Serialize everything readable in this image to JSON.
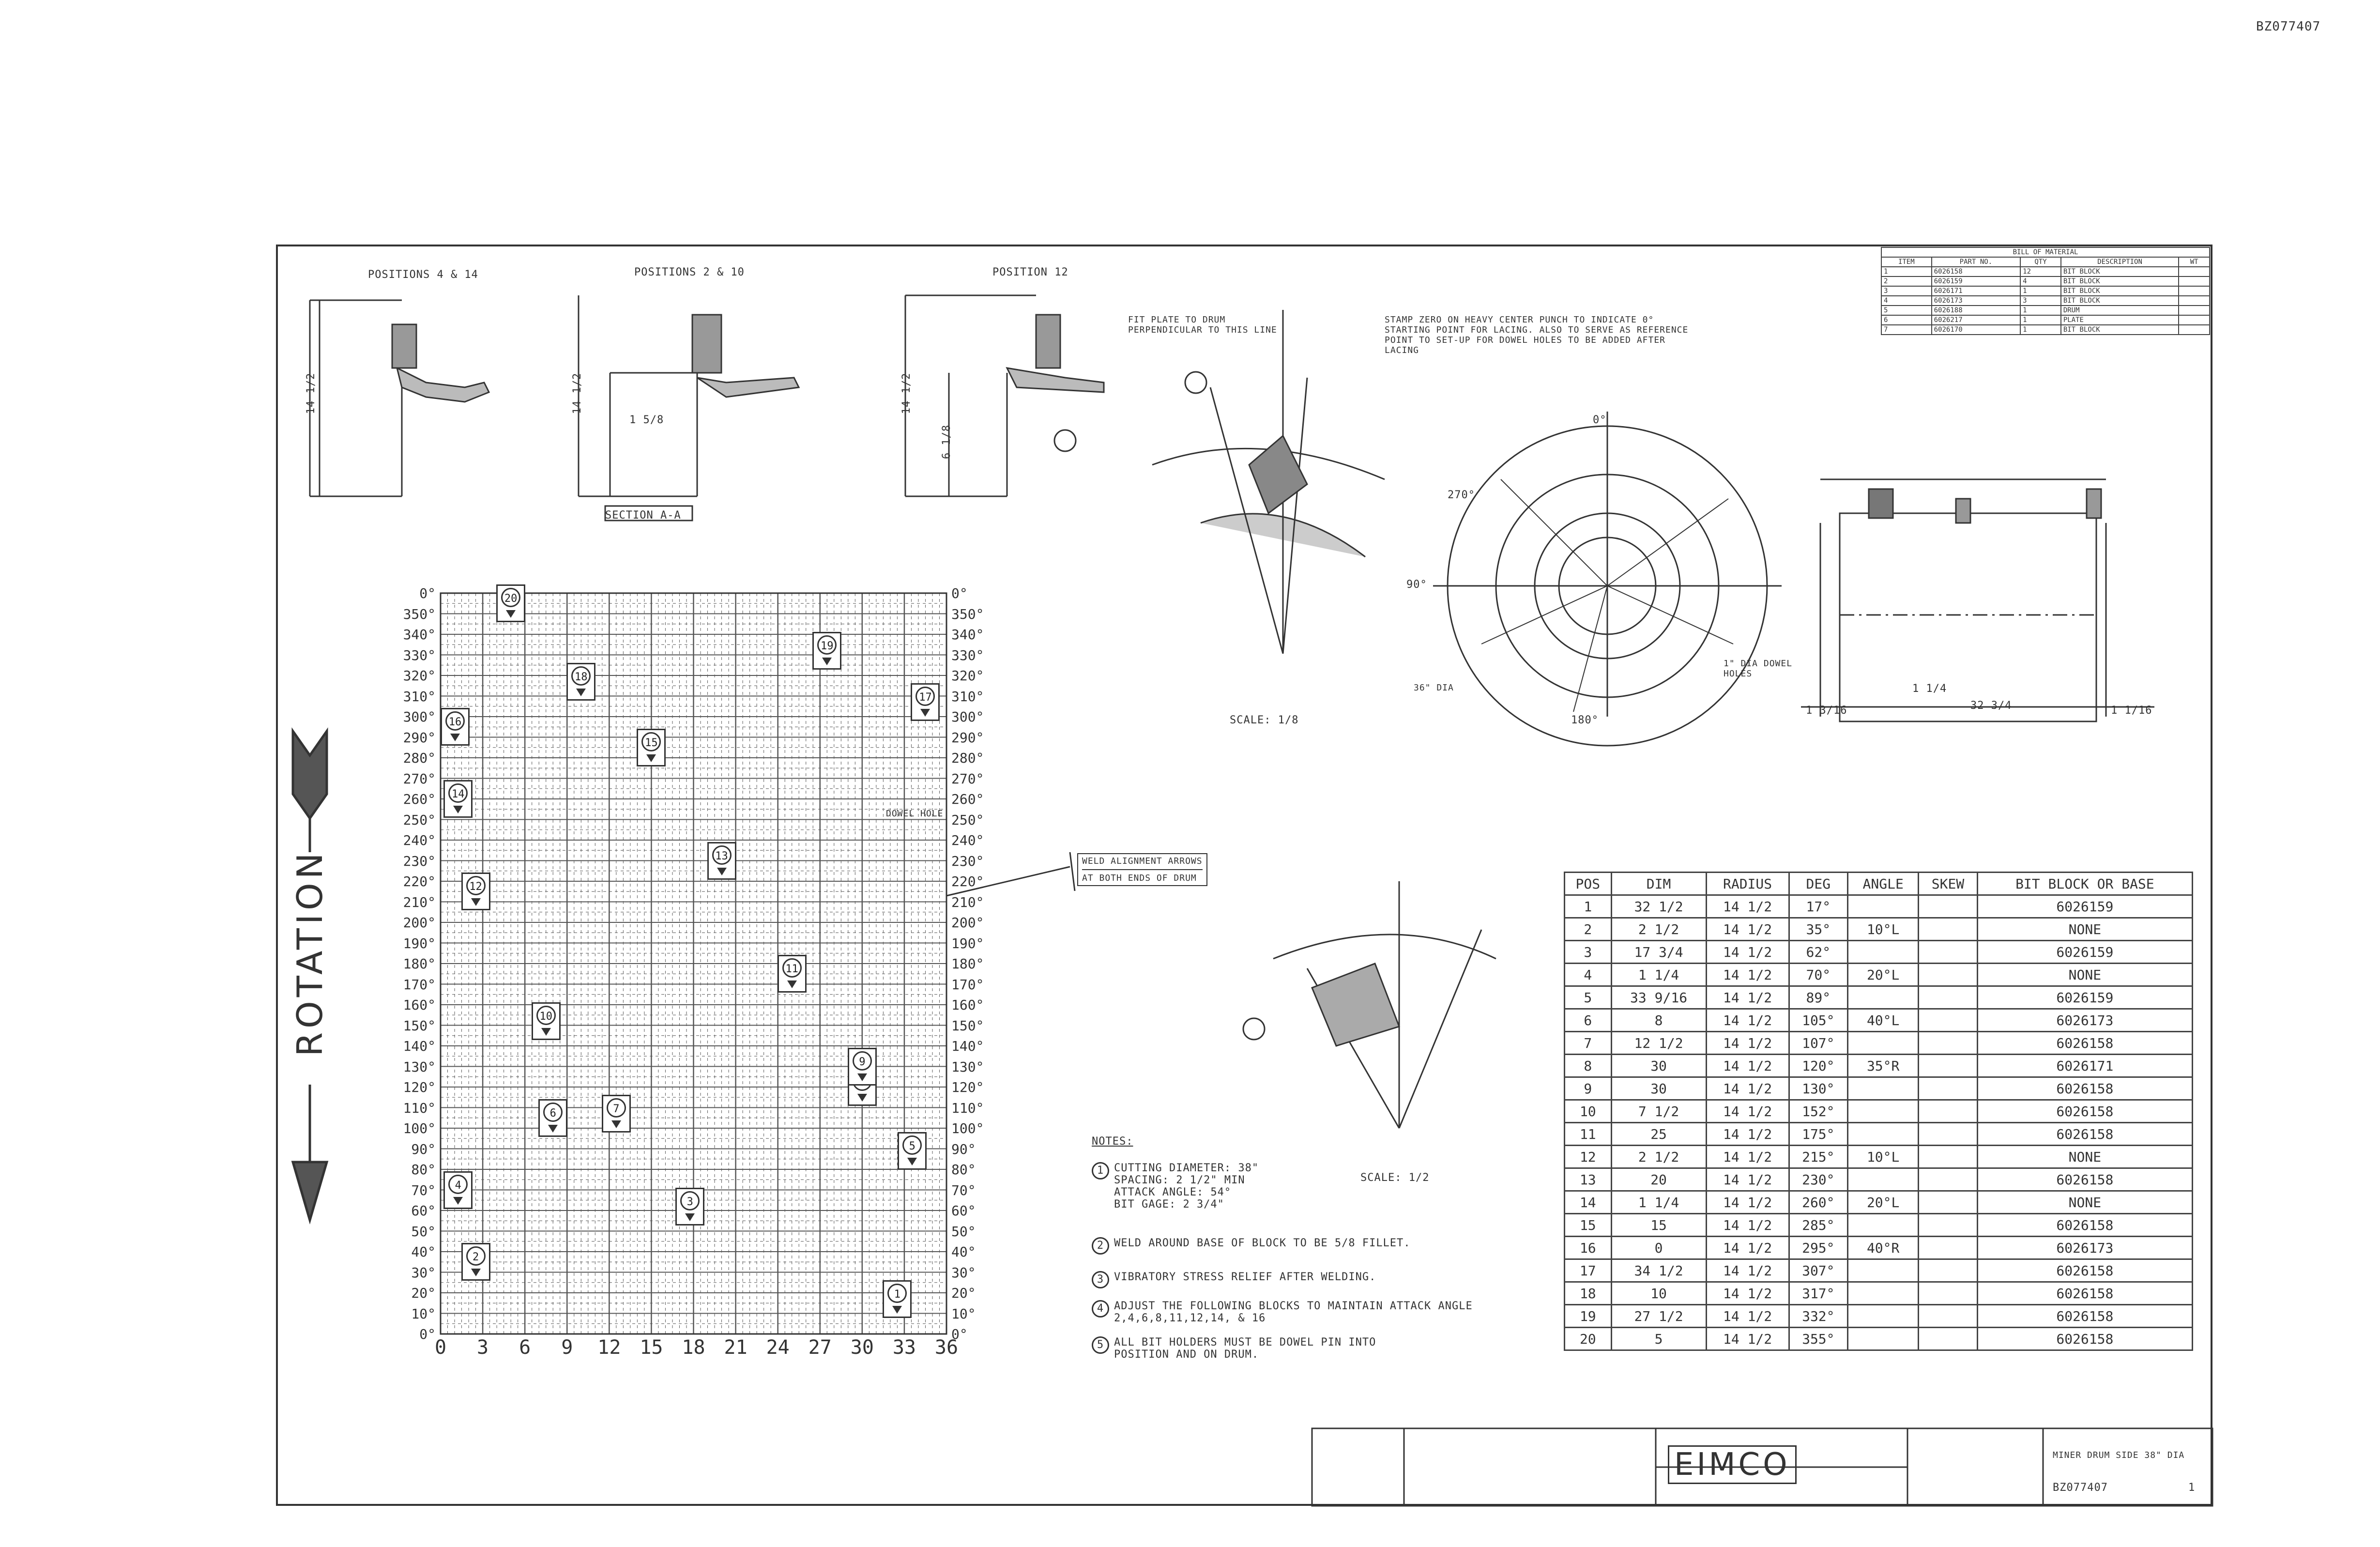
{
  "drawing_number": "BZ077407",
  "views": {
    "pos_4_14_title": "POSITIONS 4 & 14",
    "pos_2_10_title": "POSITIONS 2 & 10",
    "pos_12_title": "POSITION 12",
    "dim_14_1_2": "14 1/2",
    "dim_1_5_8": "1 5/8",
    "dim_6_1_8": "6 1/8",
    "section_label": "SECTION A-A",
    "scale_1": "SCALE: 1/8",
    "scale_2": "SCALE: 1/2",
    "fit_note": "FIT PLATE TO DRUM PERPENDICULAR TO THIS LINE",
    "stamp_note": "STAMP ZERO ON HEAVY CENTER PUNCH TO INDICATE 0° STARTING POINT FOR LACING. ALSO TO SERVE AS REFERENCE POINT TO SET-UP FOR DOWEL HOLES TO BE ADDED AFTER LACING",
    "angle_0": "0°",
    "angle_90": "90°",
    "angle_180": "180°",
    "angle_270": "270°",
    "dia_dowel": "1\" DIA DOWEL HOLES",
    "dia_36": "36\" DIA",
    "weld_note_line1": "WELD ALIGNMENT ARROWS",
    "weld_note_line2": "AT BOTH ENDS OF DRUM",
    "dim_32_3_4": "32 3/4",
    "dim_1_3_16": "1 3/16",
    "dim_1_1_4": "1 1/4",
    "dim_1_1_16": "1 1/16"
  },
  "lacing_chart": {
    "rotation_label": "ROTATION",
    "y_ticks": [
      "0°",
      "350°",
      "340°",
      "330°",
      "320°",
      "310°",
      "300°",
      "290°",
      "280°",
      "270°",
      "260°",
      "250°",
      "240°",
      "230°",
      "220°",
      "210°",
      "200°",
      "190°",
      "180°",
      "170°",
      "160°",
      "150°",
      "140°",
      "130°",
      "120°",
      "110°",
      "100°",
      "90°",
      "80°",
      "70°",
      "60°",
      "50°",
      "40°",
      "30°",
      "20°",
      "10°",
      "0°"
    ],
    "x_ticks": [
      "0",
      "3",
      "6",
      "9",
      "12",
      "15",
      "18",
      "21",
      "24",
      "27",
      "30",
      "33",
      "36"
    ],
    "dowel_hole_label": "DOWEL HOLE",
    "positions": [
      {
        "pos": "1",
        "col": 32.5,
        "deg": 17
      },
      {
        "pos": "2",
        "col": 2.5,
        "deg": 35
      },
      {
        "pos": "3",
        "col": 17.75,
        "deg": 62
      },
      {
        "pos": "4",
        "col": 1.25,
        "deg": 70
      },
      {
        "pos": "5",
        "col": 33.5625,
        "deg": 89
      },
      {
        "pos": "6",
        "col": 8,
        "deg": 105
      },
      {
        "pos": "7",
        "col": 12.5,
        "deg": 107
      },
      {
        "pos": "8",
        "col": 30,
        "deg": 120
      },
      {
        "pos": "9",
        "col": 30,
        "deg": 130
      },
      {
        "pos": "10",
        "col": 7.5,
        "deg": 152
      },
      {
        "pos": "11",
        "col": 25,
        "deg": 175
      },
      {
        "pos": "12",
        "col": 2.5,
        "deg": 215
      },
      {
        "pos": "13",
        "col": 20,
        "deg": 230
      },
      {
        "pos": "14",
        "col": 1.25,
        "deg": 260
      },
      {
        "pos": "15",
        "col": 15,
        "deg": 285
      },
      {
        "pos": "16",
        "col": 0,
        "deg": 295
      },
      {
        "pos": "17",
        "col": 34.5,
        "deg": 307
      },
      {
        "pos": "18",
        "col": 10,
        "deg": 317
      },
      {
        "pos": "19",
        "col": 27.5,
        "deg": 332
      },
      {
        "pos": "20",
        "col": 5,
        "deg": 355
      }
    ]
  },
  "notes": {
    "title": "NOTES:",
    "items": [
      {
        "num": "1",
        "lines": [
          "CUTTING DIAMETER: 38\"",
          "SPACING: 2 1/2\" MIN",
          "ATTACK ANGLE: 54°",
          "BIT GAGE: 2 3/4\""
        ]
      },
      {
        "num": "2",
        "lines": [
          "WELD AROUND BASE OF BLOCK TO BE 5/8 FILLET."
        ]
      },
      {
        "num": "3",
        "lines": [
          "VIBRATORY STRESS RELIEF AFTER WELDING."
        ]
      },
      {
        "num": "4",
        "lines": [
          "ADJUST THE FOLLOWING BLOCKS TO MAINTAIN ATTACK ANGLE",
          "2,4,6,8,11,12,14, & 16"
        ]
      },
      {
        "num": "5",
        "lines": [
          "ALL BIT HOLDERS MUST BE DOWEL PIN INTO",
          "POSITION AND ON DRUM."
        ]
      }
    ]
  },
  "position_table": {
    "headers": [
      "POS",
      "DIM",
      "RADIUS",
      "DEG",
      "ANGLE",
      "SKEW",
      "BIT BLOCK OR BASE"
    ],
    "rows": [
      [
        "1",
        "32 1/2",
        "14 1/2",
        "17°",
        "",
        "",
        "6026159"
      ],
      [
        "2",
        "2 1/2",
        "14 1/2",
        "35°",
        "10°L",
        "",
        "NONE"
      ],
      [
        "3",
        "17 3/4",
        "14 1/2",
        "62°",
        "",
        "",
        "6026159"
      ],
      [
        "4",
        "1 1/4",
        "14 1/2",
        "70°",
        "20°L",
        "",
        "NONE"
      ],
      [
        "5",
        "33 9/16",
        "14 1/2",
        "89°",
        "",
        "",
        "6026159"
      ],
      [
        "6",
        "8",
        "14 1/2",
        "105°",
        "40°L",
        "",
        "6026173"
      ],
      [
        "7",
        "12 1/2",
        "14 1/2",
        "107°",
        "",
        "",
        "6026158"
      ],
      [
        "8",
        "30",
        "14 1/2",
        "120°",
        "35°R",
        "",
        "6026171"
      ],
      [
        "9",
        "30",
        "14 1/2",
        "130°",
        "",
        "",
        "6026158"
      ],
      [
        "10",
        "7 1/2",
        "14 1/2",
        "152°",
        "",
        "",
        "6026158"
      ],
      [
        "11",
        "25",
        "14 1/2",
        "175°",
        "",
        "",
        "6026158"
      ],
      [
        "12",
        "2 1/2",
        "14 1/2",
        "215°",
        "10°L",
        "",
        "NONE"
      ],
      [
        "13",
        "20",
        "14 1/2",
        "230°",
        "",
        "",
        "6026158"
      ],
      [
        "14",
        "1 1/4",
        "14 1/2",
        "260°",
        "20°L",
        "",
        "NONE"
      ],
      [
        "15",
        "15",
        "14 1/2",
        "285°",
        "",
        "",
        "6026158"
      ],
      [
        "16",
        "0",
        "14 1/2",
        "295°",
        "40°R",
        "",
        "6026173"
      ],
      [
        "17",
        "34 1/2",
        "14 1/2",
        "307°",
        "",
        "",
        "6026158"
      ],
      [
        "18",
        "10",
        "14 1/2",
        "317°",
        "",
        "",
        "6026158"
      ],
      [
        "19",
        "27 1/2",
        "14 1/2",
        "332°",
        "",
        "",
        "6026158"
      ],
      [
        "20",
        "5",
        "14 1/2",
        "355°",
        "",
        "",
        "6026158"
      ]
    ]
  },
  "bom": {
    "title": "BILL OF MATERIAL",
    "headers": [
      "ITEM",
      "PART NO.",
      "QTY",
      "DESCRIPTION",
      "WT"
    ],
    "rows": [
      [
        "1",
        "6026158",
        "12",
        "BIT BLOCK",
        ""
      ],
      [
        "2",
        "6026159",
        "4",
        "BIT BLOCK",
        ""
      ],
      [
        "3",
        "6026171",
        "1",
        "BIT BLOCK",
        ""
      ],
      [
        "4",
        "6026173",
        "3",
        "BIT BLOCK",
        ""
      ],
      [
        "5",
        "6026188",
        "1",
        "DRUM",
        ""
      ],
      [
        "6",
        "6026217",
        "1",
        "PLATE",
        ""
      ],
      [
        "7",
        "6026170",
        "1",
        "BIT BLOCK",
        ""
      ]
    ]
  },
  "title_block": {
    "company": "EIMCO",
    "drawing_title": "MINER DRUM SIDE 38\" DIA",
    "drawing_no": "BZ077407",
    "sheet": "1"
  }
}
